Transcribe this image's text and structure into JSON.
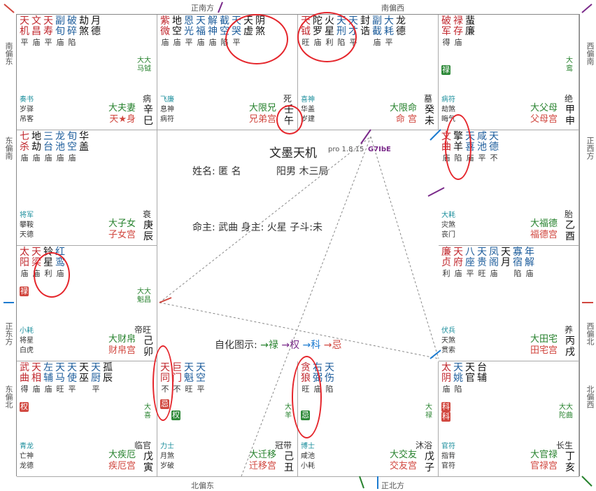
{
  "title": "文墨天机",
  "version": "pro 1.8.15",
  "tag": "G7IbE",
  "info": {
    "name": "姓名: 匿 名",
    "gender": "阳男 木三局",
    "ming": "命主: 武曲 身主: 火星 子斗:未"
  },
  "legend": {
    "label": "自化图示:",
    "lu": "→禄",
    "quan": "→权",
    "ke": "→科",
    "ji": "→忌"
  },
  "directions": {
    "top_left": "正南方",
    "top_right": "南偏西",
    "left1": "南偏东",
    "left2": "东偏南",
    "left3": "正东方",
    "left4": "东偏北",
    "right1": "西偏南",
    "right2": "正西方",
    "right3": "西偏北",
    "right4": "北偏西",
    "bottom_left": "北偏东",
    "bottom_right": "正北方"
  },
  "palaces": [
    {
      "id": "si",
      "stars": [
        [
          "天",
          "平",
          "red"
        ],
        [
          "文",
          "庙",
          "red"
        ],
        [
          "天",
          "平",
          "red"
        ],
        [
          "副",
          "庙",
          "blue"
        ],
        [
          "破",
          "陷",
          "blue"
        ],
        [
          "劫",
          "",
          ""
        ],
        [
          "月",
          "",
          ""
        ]
      ],
      "stars2": [
        "机",
        "昌",
        "寿",
        "旬",
        "碎",
        "煞",
        "德"
      ],
      "d1": "奏书",
      "d2": "岁驿",
      "d3": "吊客",
      "s1": "大大",
      "s2": "马钺",
      "stage": "病",
      "life": "大夫妻",
      "life2": "天★身",
      "gan": "辛",
      "zhi": "巳"
    },
    {
      "id": "wu",
      "stars": [
        [
          "紫",
          "庙",
          "red"
        ],
        [
          "地",
          "庙",
          "black"
        ],
        [
          "恩",
          "平",
          "blue"
        ],
        [
          "天",
          "庙",
          "blue"
        ],
        [
          "解",
          "庙",
          "blue"
        ],
        [
          "截",
          "陷",
          "blue"
        ],
        [
          "天",
          "平",
          "blue"
        ],
        [
          "天",
          "",
          ""
        ],
        [
          "阴",
          "",
          ""
        ]
      ],
      "stars2": [
        "微",
        "空",
        "光",
        "福",
        "神",
        "空",
        "哭",
        "虚",
        "煞"
      ],
      "d1": "飞廉",
      "d2": "息神",
      "d3": "病符",
      "stage": "死",
      "life": "大限兄",
      "life2": "兄弟宫",
      "gan": "壬",
      "zhi": "午"
    },
    {
      "id": "wei",
      "stars": [
        [
          "天",
          "旺",
          "red"
        ],
        [
          "陀",
          "庙",
          "black"
        ],
        [
          "火",
          "利",
          "black"
        ],
        [
          "天",
          "陷",
          "blue"
        ],
        [
          "天",
          "平",
          "blue"
        ],
        [
          "封",
          "",
          ""
        ],
        [
          "副",
          "庙",
          "blue"
        ],
        [
          "大",
          "平",
          "blue"
        ],
        [
          "龙",
          "",
          ""
        ]
      ],
      "stars2": [
        "钺",
        "罗",
        "星",
        "刑",
        "才",
        "诰",
        "截",
        "耗",
        "德"
      ],
      "d1": "喜神",
      "d2": "华盖",
      "d3": "岁建",
      "stage": "墓",
      "life": "大限命",
      "life2": "命 宫",
      "gan": "癸",
      "zhi": "未"
    },
    {
      "id": "shen",
      "stars": [
        [
          "破",
          "得",
          "red"
        ],
        [
          "禄",
          "庙",
          "red"
        ],
        [
          "蜚",
          "",
          ""
        ]
      ],
      "stars2": [
        "军",
        "存",
        "廉"
      ],
      "d1": "病符",
      "d2": "劫煞",
      "d3": "晦气",
      "s1": "大",
      "s2": "鸾",
      "stage": "绝",
      "life": "大父母",
      "life2": "父母宫",
      "gan": "甲",
      "zhi": "申"
    },
    {
      "id": "chen",
      "stars": [
        [
          "七",
          "庙",
          "red"
        ],
        [
          "地",
          "庙",
          "black"
        ],
        [
          "三",
          "庙",
          "blue"
        ],
        [
          "龙",
          "庙",
          "blue"
        ],
        [
          "旬",
          "庙",
          "blue"
        ],
        [
          "华",
          "",
          ""
        ]
      ],
      "stars2": [
        "杀",
        "劫",
        "台",
        "池",
        "空",
        "盖"
      ],
      "d1": "将军",
      "d2": "攀鞍",
      "d3": "天德",
      "stage": "衰",
      "life": "大子女",
      "life2": "子女宫",
      "gan": "庚",
      "zhi": "辰"
    },
    {
      "id": "you",
      "stars": [
        [
          "文",
          "庙",
          "red"
        ],
        [
          "擎",
          "陷",
          "black"
        ],
        [
          "天",
          "庙",
          "blue"
        ],
        [
          "咸",
          "平",
          "blue"
        ],
        [
          "天",
          "不",
          "blue"
        ]
      ],
      "stars2": [
        "曲",
        "羊",
        "喜",
        "池",
        "德"
      ],
      "d1": "大耗",
      "d2": "灾煞",
      "d3": "丧门",
      "stage": "胎",
      "life": "大福德",
      "life2": "福德宫",
      "gan": "乙",
      "zhi": "酉"
    },
    {
      "id": "mao",
      "stars": [
        [
          "太",
          "庙",
          "red"
        ],
        [
          "天",
          "庙",
          "red"
        ],
        [
          "铃",
          "利",
          "black"
        ],
        [
          "红",
          "庙",
          "blue"
        ]
      ],
      "stars2": [
        "阳",
        "梁",
        "星",
        "鸾"
      ],
      "d1": "小耗",
      "d2": "将星",
      "d3": "白虎",
      "s1": "大大",
      "s2": "魁昌",
      "stage": "帝旺",
      "life": "大财帛",
      "life2": "财帛宫",
      "gan": "己",
      "zhi": "卯"
    },
    {
      "id": "xu",
      "stars": [
        [
          "廉",
          "利",
          "red"
        ],
        [
          "天",
          "庙",
          "red"
        ],
        [
          "八",
          "平",
          "blue"
        ],
        [
          "天",
          "旺",
          "blue"
        ],
        [
          "凤",
          "庙",
          "blue"
        ],
        [
          "天",
          "",
          ""
        ],
        [
          "寡",
          "陷",
          "blue"
        ],
        [
          "年",
          "庙",
          "blue"
        ]
      ],
      "stars2": [
        "贞",
        "府",
        "座",
        "贵",
        "阁",
        "月",
        "宿",
        "解"
      ],
      "d1": "伏兵",
      "d2": "天煞",
      "d3": "贯索",
      "stage": "养",
      "life": "大田宅",
      "life2": "田宅宫",
      "gan": "丙",
      "zhi": "戌"
    },
    {
      "id": "yin",
      "stars": [
        [
          "武",
          "得",
          "red"
        ],
        [
          "天",
          "庙",
          "red"
        ],
        [
          "左",
          "庙",
          "blue"
        ],
        [
          "天",
          "旺",
          "blue"
        ],
        [
          "天",
          "平",
          "blue"
        ],
        [
          "天",
          "",
          ""
        ],
        [
          "天",
          "平",
          "blue"
        ],
        [
          "孤",
          "",
          ""
        ]
      ],
      "stars2": [
        "曲",
        "相",
        "辅",
        "马",
        "使",
        "巫",
        "厨",
        "辰"
      ],
      "d1": "青龙",
      "d2": "亡神",
      "d3": "龙德",
      "s1": "大",
      "s2": "喜",
      "stage": "临官",
      "life": "大疾厄",
      "life2": "疾厄宫",
      "gan": "戊",
      "zhi": "寅"
    },
    {
      "id": "chou",
      "stars": [
        [
          "天",
          "不",
          "red"
        ],
        [
          "巨",
          "不",
          "red"
        ],
        [
          "天",
          "旺",
          "blue"
        ],
        [
          "天",
          "平",
          "blue"
        ]
      ],
      "stars2": [
        "同",
        "门",
        "魁",
        "空"
      ],
      "d1": "力士",
      "d2": "月煞",
      "d3": "岁破",
      "s1": "大",
      "s2": "羊",
      "stage": "冠带",
      "life": "大迁移",
      "life2": "迁移宫",
      "gan": "己",
      "zhi": "丑"
    },
    {
      "id": "zi",
      "stars": [
        [
          "贪",
          "旺",
          "red"
        ],
        [
          "右",
          "庙",
          "blue"
        ],
        [
          "天",
          "陷",
          "blue"
        ]
      ],
      "stars2": [
        "狼",
        "弼",
        "伤"
      ],
      "d1": "博士",
      "d2": "咸池",
      "d3": "小耗",
      "s1": "大",
      "s2": "禄",
      "stage": "沐浴",
      "life": "大交友",
      "life2": "交友宫",
      "gan": "戊",
      "zhi": "子"
    },
    {
      "id": "hai",
      "stars": [
        [
          "太",
          "庙",
          "red"
        ],
        [
          "天",
          "陷",
          "blue"
        ],
        [
          "天",
          "",
          ""
        ],
        [
          "台",
          "",
          ""
        ]
      ],
      "stars2": [
        "阴",
        "姚",
        "官",
        "辅"
      ],
      "d1": "官符",
      "d2": "指背",
      "d3": "官符",
      "s1": "大大",
      "s2": "陀曲",
      "stage": "长生",
      "life": "大官禄",
      "life2": "官禄宫",
      "gan": "丁",
      "zhi": "亥"
    }
  ],
  "hua": {
    "shen": "禄",
    "mao": "禄",
    "chou1": "忌",
    "chou2": "权",
    "zi": "忌",
    "yin": "权",
    "hai1": "科",
    "hai2": "科"
  }
}
